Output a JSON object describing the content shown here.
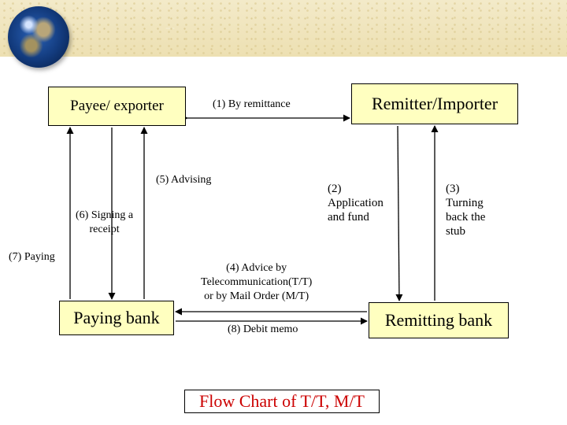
{
  "nodes": {
    "payee": "Payee/ exporter",
    "remitter": "Remitter/Importer",
    "paying_bank": "Paying bank",
    "remitting_bank": "Remitting bank"
  },
  "labels": {
    "step1": "(1) By remittance",
    "step2": [
      "(2)",
      "Application",
      "and fund"
    ],
    "step3": [
      "(3)",
      "Turning",
      "back the",
      "stub"
    ],
    "step4": [
      "(4) Advice by",
      "Telecommunication(T/T)",
      "or by Mail Order (M/T)"
    ],
    "step5": "(5) Advising",
    "step6": [
      "(6) Signing a",
      "receipt"
    ],
    "step7": "(7) Paying",
    "step8": "(8) Debit memo"
  },
  "title": "Flow Chart of T/T, M/T",
  "colors": {
    "box_fill": "#ffffc0",
    "title_text": "#cc0000",
    "banner": "#efe3b8"
  },
  "decor": {
    "globe": "globe-icon"
  }
}
